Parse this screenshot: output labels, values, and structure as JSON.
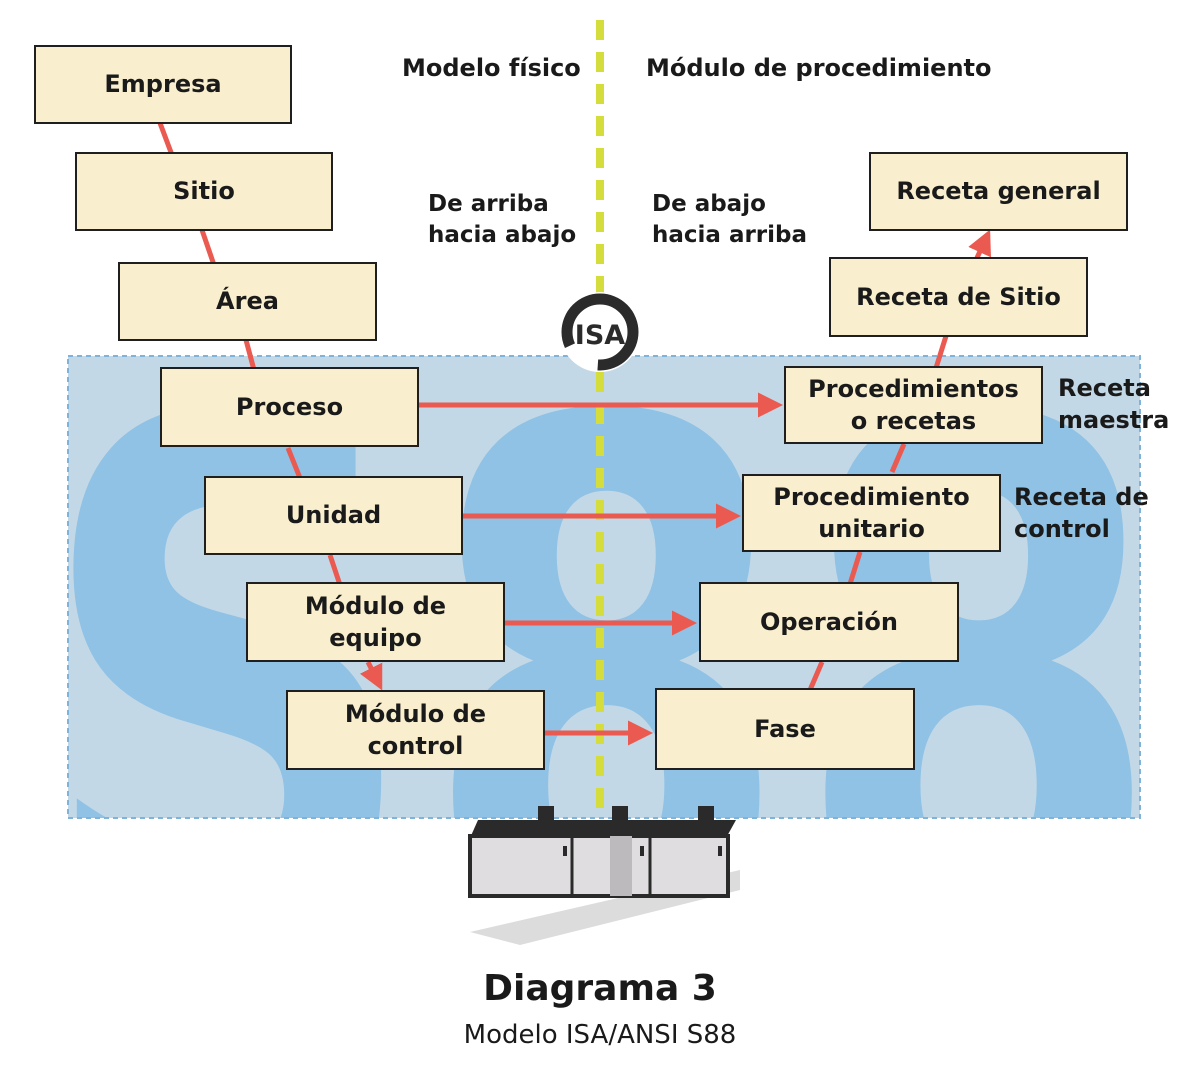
{
  "labels": {
    "left_model": "Modelo físico",
    "right_model": "Módulo de procedimiento",
    "left_direction": [
      "De arriba",
      "hacia abajo"
    ],
    "right_direction": [
      "De abajo",
      "hacia arriba"
    ],
    "receta_maestra": [
      "Receta",
      "maestra"
    ],
    "receta_control": [
      "Receta de",
      "control"
    ]
  },
  "physical": {
    "empresa": "Empresa",
    "sitio": "Sitio",
    "area": "Área",
    "proceso": "Proceso",
    "unidad": "Unidad",
    "modulo_equipo": "Módulo de equipo",
    "modulo_control": "Módulo de control"
  },
  "procedural": {
    "receta_general": "Receta general",
    "receta_sitio": "Receta de Sitio",
    "procedimientos": [
      "Procedimientos",
      "o recetas"
    ],
    "procedimiento_unitario": [
      "Procedimiento",
      "unitario"
    ],
    "operacion": "Operación",
    "fase": "Fase"
  },
  "logo": {
    "text": "ISA"
  },
  "watermark": "S88",
  "caption": {
    "title": "Diagrama 3",
    "subtitle": "Modelo ISA/ANSI S88"
  },
  "colors": {
    "box_fill": "#f9efcf",
    "connector": "#ea5a50",
    "divider": "#d4dd3c",
    "region_fill": "#c3d8e6",
    "watermark": "#8fc2e5"
  }
}
